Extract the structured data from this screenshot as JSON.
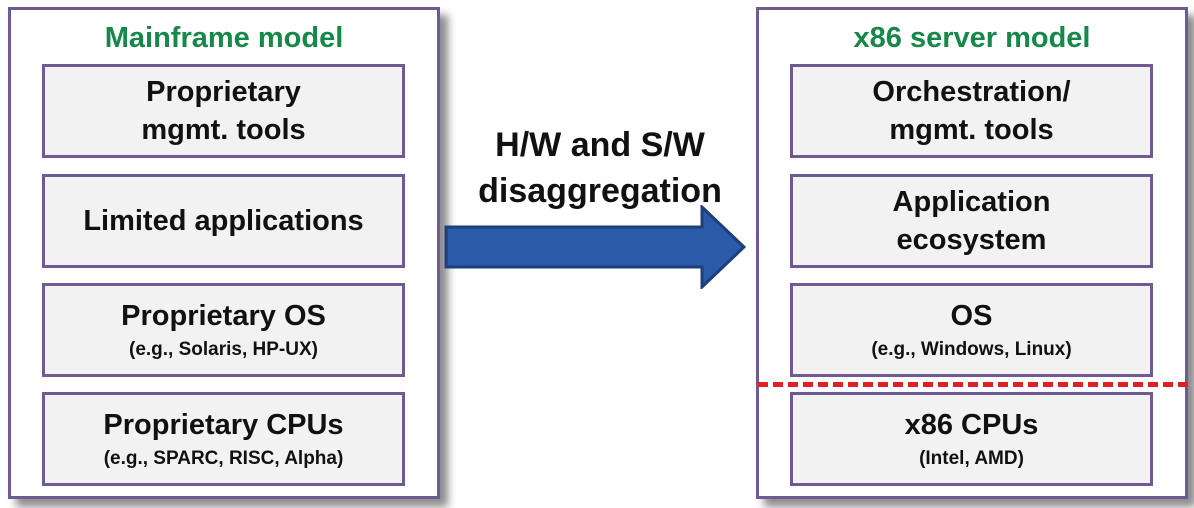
{
  "left_panel": {
    "title": "Mainframe model",
    "boxes": [
      {
        "main": "Proprietary\nmgmt. tools",
        "sub": ""
      },
      {
        "main": "Limited applications",
        "sub": ""
      },
      {
        "main": "Proprietary OS",
        "sub": "(e.g., Solaris, HP-UX)"
      },
      {
        "main": "Proprietary  CPUs",
        "sub": "(e.g., SPARC, RISC, Alpha)"
      }
    ]
  },
  "center": {
    "label": "H/W and S/W\ndisaggregation"
  },
  "right_panel": {
    "title": "x86 server model",
    "boxes": [
      {
        "main": "Orchestration/\nmgmt. tools",
        "sub": ""
      },
      {
        "main": "Application\necosystem",
        "sub": ""
      },
      {
        "main": "OS",
        "sub": "(e.g., Windows, Linux)"
      },
      {
        "main": "x86 CPUs",
        "sub": "(Intel, AMD)"
      }
    ]
  },
  "colors": {
    "title_green": "#16894a",
    "border_purple": "#6f5a93",
    "arrow_blue": "#2a5aa8",
    "divider_red": "#e21f26"
  }
}
